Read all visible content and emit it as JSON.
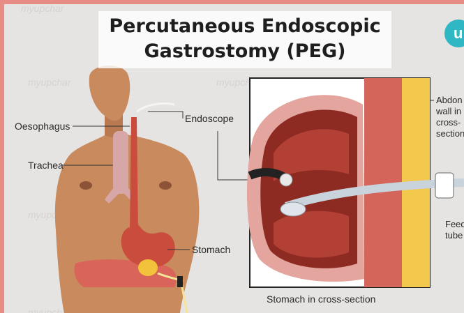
{
  "title_line1": "Percutaneous Endoscopic",
  "title_line2": "Gastrostomy (PEG)",
  "logo_glyph": "u",
  "watermark": "myupchar",
  "labels": {
    "oesophagus": "Oesophagus",
    "trachea": "Trachea",
    "endoscope": "Endoscope",
    "stomach": "Stomach",
    "stomach_cross_section": "Stomach in cross-section",
    "abdominal_wall_1": "Abdon",
    "abdominal_wall_2": "wall in",
    "abdominal_wall_3": "cross-",
    "abdominal_wall_4": "section",
    "feeding_tube_1": "Feed",
    "feeding_tube_2": "tube"
  },
  "colors": {
    "border": "#e88d86",
    "background": "#e6e4e3",
    "skin": "#c98a5e",
    "stomach": "#c94c3c",
    "logo": "#2fb8c4"
  }
}
